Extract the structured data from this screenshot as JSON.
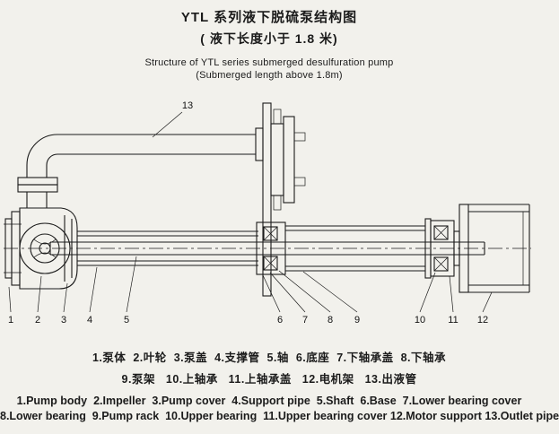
{
  "page": {
    "title_zh_1": "YTL 系列液下脱硫泵结构图",
    "title_zh_2": "( 液下长度小于 1.8 米)",
    "title_en_1": "Structure of YTL series submerged desulfuration pump",
    "title_en_2": "(Submerged length above 1.8m)"
  },
  "callouts": [
    "1",
    "2",
    "3",
    "4",
    "5",
    "6",
    "7",
    "8",
    "9",
    "10",
    "11",
    "12",
    "13"
  ],
  "legend": {
    "zh_1": "1.泵体  2.叶轮  3.泵盖  4.支撑管  5.轴  6.底座  7.下轴承盖  8.下轴承",
    "zh_2": "9.泵架   10.上轴承   11.上轴承盖   12.电机架   13.出液管",
    "en_1": "1.Pump body  2.Impeller  3.Pump cover  4.Support pipe  5.Shaft  6.Base  7.Lower bearing cover",
    "en_2": "8.Lower bearing  9.Pump rack  10.Upper bearing  11.Upper bearing cover 12.Motor support 13.Outlet pipe"
  },
  "colors": {
    "background": "#f2f1ec",
    "ink": "#1b1b1b"
  }
}
